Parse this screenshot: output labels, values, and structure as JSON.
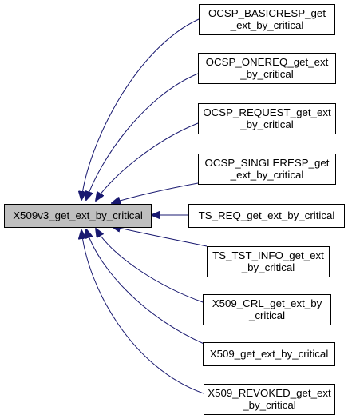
{
  "graph": {
    "colors": {
      "edge": "#191970",
      "node_border": "#000000",
      "root_fill": "#bfbfbf",
      "node_fill": "#ffffff",
      "background": "#ffffff"
    },
    "root": {
      "id": "root",
      "lines": [
        "X509v3_get_ext_by_critical"
      ]
    },
    "callers": [
      {
        "id": "ocsp-basicresp",
        "lines": [
          "OCSP_BASICRESP_get",
          "_ext_by_critical"
        ]
      },
      {
        "id": "ocsp-onereq",
        "lines": [
          "OCSP_ONEREQ_get_ext",
          "_by_critical"
        ]
      },
      {
        "id": "ocsp-request",
        "lines": [
          "OCSP_REQUEST_get_ext",
          "_by_critical"
        ]
      },
      {
        "id": "ocsp-singleresp",
        "lines": [
          "OCSP_SINGLERESP_get",
          "_ext_by_critical"
        ]
      },
      {
        "id": "ts-req",
        "lines": [
          "TS_REQ_get_ext_by_critical"
        ]
      },
      {
        "id": "ts-tst-info",
        "lines": [
          "TS_TST_INFO_get_ext",
          "_by_critical"
        ]
      },
      {
        "id": "x509-crl",
        "lines": [
          "X509_CRL_get_ext_by",
          "_critical"
        ]
      },
      {
        "id": "x509",
        "lines": [
          "X509_get_ext_by_critical"
        ]
      },
      {
        "id": "x509-revoked",
        "lines": [
          "X509_REVOKED_get_ext",
          "_by_critical"
        ]
      }
    ]
  }
}
